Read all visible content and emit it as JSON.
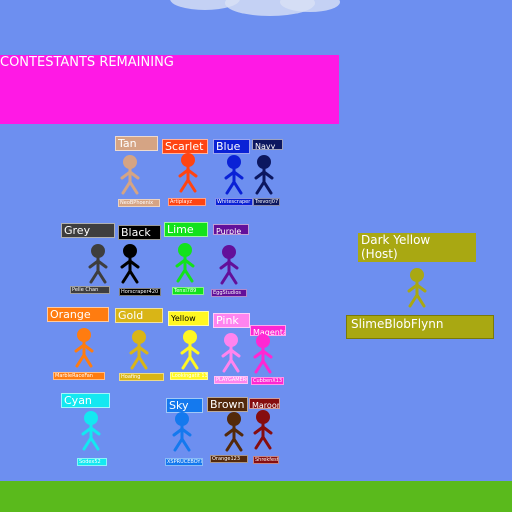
{
  "banner": {
    "title": "CONTESTANTS REMAINING",
    "color": "#ff19e5"
  },
  "host": {
    "color_name": "Dark Yellow\n(Host)",
    "username": "SlimeBlobFlynn",
    "color": "#a9a812"
  },
  "contestants": [
    {
      "name": "Tan",
      "username": "NeoBPhoenix",
      "color": "#d5a484"
    },
    {
      "name": "Scarlet",
      "username": "Artiplayz",
      "color": "#ff4412"
    },
    {
      "name": "Blue",
      "username": "Whitescraper",
      "color": "#0a21d6"
    },
    {
      "name": "Navy",
      "username": "Trevorj07",
      "color": "#0c1760"
    },
    {
      "name": "Grey",
      "username": "Pelle Chan",
      "color": "#3e3e3e"
    },
    {
      "name": "Black",
      "username": "Horscraper420",
      "color": "#000000"
    },
    {
      "name": "Lime",
      "username": "Tenxi789",
      "color": "#13e21c"
    },
    {
      "name": "Purple",
      "username": "EggStudios",
      "color": "#63109a"
    },
    {
      "name": "Orange",
      "username": "MarbleRaceFan",
      "color": "#ff7c10"
    },
    {
      "name": "Gold",
      "username": "Hoafing",
      "color": "#d9b516"
    },
    {
      "name": "Yellow",
      "username": "Lookingatit 13",
      "color": "#fff722"
    },
    {
      "name": "Pink",
      "username": "PLAYGAMEROBLOX",
      "color": "#ff84ef"
    },
    {
      "name": "Magenta",
      "username": "CubbenX13",
      "color": "#ff27d3"
    },
    {
      "name": "Cyan",
      "username": "Sodex52",
      "color": "#14e8f1"
    },
    {
      "name": "Sky",
      "username": "XSPRUCEBOYX",
      "color": "#1479ee"
    },
    {
      "name": "Brown",
      "username": "Orange123",
      "color": "#53290b"
    },
    {
      "name": "Maroon",
      "username": "Shrekfest",
      "color": "#860d0f"
    }
  ]
}
